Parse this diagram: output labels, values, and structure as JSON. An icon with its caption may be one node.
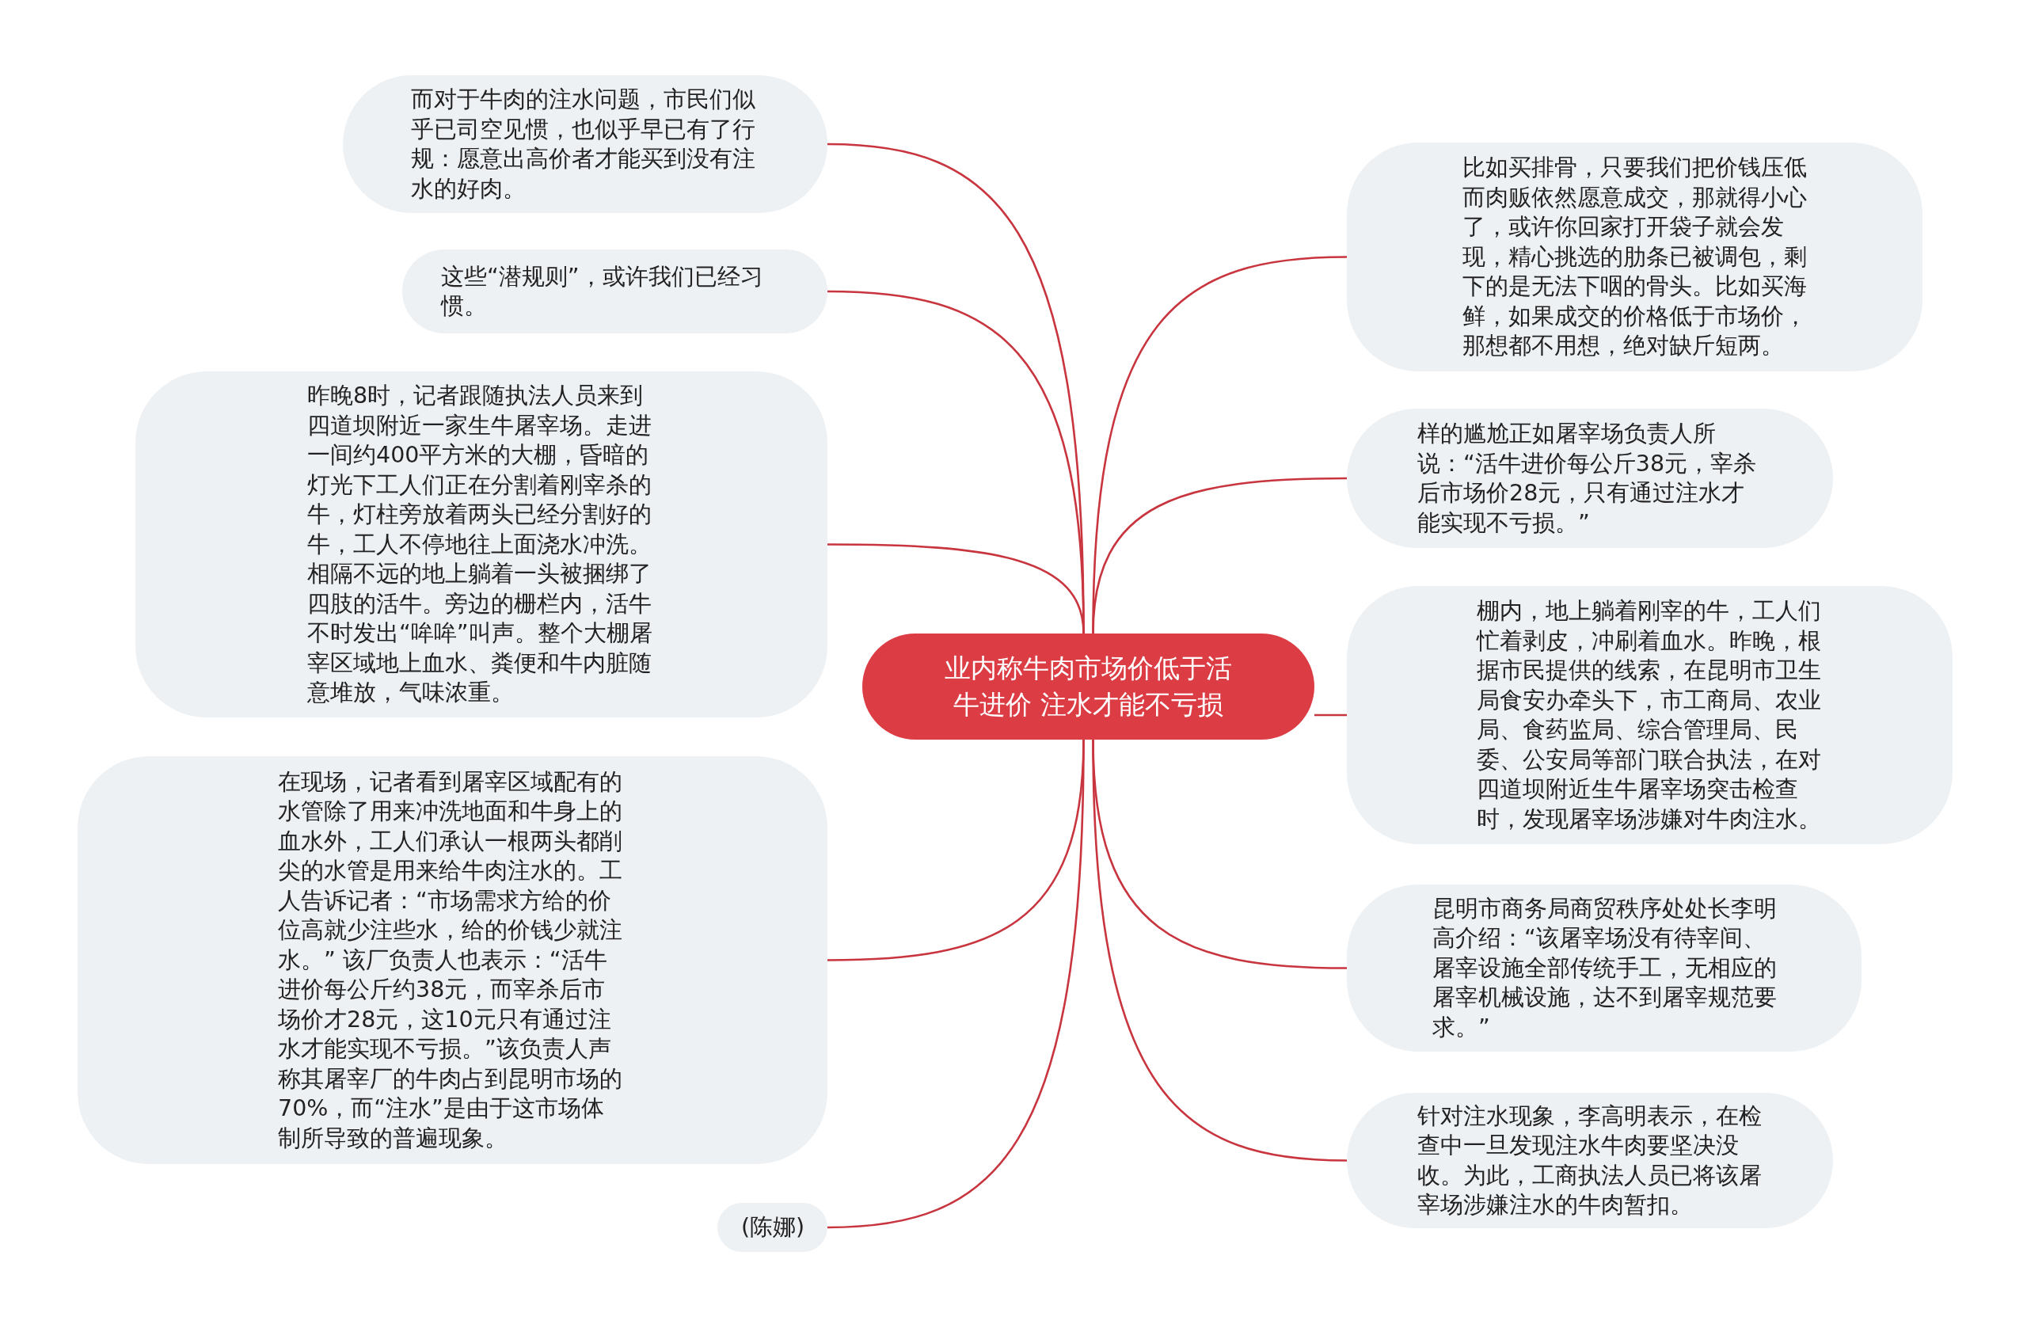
{
  "diagram": {
    "nodes": [
      {
        "text": [
          "业内称牛肉市场价低于活牛进价 注水才能不亏损"
        ]
      },
      {
        "text": [
          "而对于牛肉的注水问题，市民们似乎已司空见惯，也似乎早已有了行规：愿意出高价者才能买到没有注水的好肉。"
        ]
      },
      {
        "text": [
          "这些“潜规则”，或许我们已经习惯。"
        ]
      },
      {
        "text": [
          "昨晚8时，记者跟随执法人员来到四道坝附近一家生牛屠宰场。走进一间约400平方米的大棚，昏暗的灯光下工人们正在分割着刚宰杀的牛，灯柱旁放着两头已经分割好的牛，工人不停地往上面浇水冲洗。相隔不远的地上躺着一头被捆绑了四肢的活牛。旁边的栅栏内，活牛不时发出“哞哞”叫声。整个大棚屠宰区域地上血水、粪便和牛内脏随意堆放，气味浓重。"
        ]
      },
      {
        "text": [
          "在现场，记者看到屠宰区域配有的水管除了用来冲洗地面和牛身上的血水外，工人们承认一根两头都削尖的水管是用来给牛肉注水的。工人告诉记者：“市场需求方给的价位高就少注些水，给的价钱少就注水。” 该厂负责人也表示：“活牛进价每公斤约38元，而宰杀后市场价才28元，这10元只有通过注水才能实现不亏损。”该负责人声称其屠宰厂的牛肉占到昆明市场的70%，而“注水”是由于这市场体制所导致的普遍现象。"
        ]
      },
      {
        "text": [
          "(陈娜)"
        ]
      },
      {
        "text": [
          "比如买排骨，只要我们把价钱压低而肉贩依然愿意成交，那就得小心了，或许你回家打开袋子就会发现，精心挑选的肋条已被调包，剩下的是无法下咽的骨头。比如买海鲜，如果成交的价格低于市场价，那想都不用想，绝对缺斤短两。"
        ]
      },
      {
        "text": [
          "样的尴尬正如屠宰场负责人所说：“活牛进价每公斤38元，宰杀后市场价28元，只有通过注水才能实现不亏损。”"
        ]
      },
      {
        "text": [
          "棚内，地上躺着刚宰的牛，工人们忙着剥皮，冲刷着血水。昨晚，根据市民提供的线索，在昆明市卫生局食安办牵头下，市工商局、农业局、食药监局、综合管理局、民委、公安局等部门联合执法，在对四道坝附近生牛屠宰场突击检查时，发现屠宰场涉嫌对牛肉注水。"
        ]
      },
      {
        "text": [
          "昆明市商务局商贸秩序处处长李明高介绍：“该屠宰场没有待宰间、屠宰设施全部传统手工，无相应的屠宰机械设施，达不到屠宰规范要求。”"
        ]
      },
      {
        "text": [
          "针对注水现象，李高明表示，在检查中一旦发现注水牛肉要坚决没收。为此，工商执法人员已将该屠宰场涉嫌注水的牛肉暂扣。"
        ]
      }
    ],
    "edges": [
      {
        "from": 0,
        "to": 1,
        "arrow": "none"
      },
      {
        "from": 0,
        "to": 2,
        "arrow": "none"
      },
      {
        "from": 0,
        "to": 3,
        "arrow": "none"
      },
      {
        "from": 0,
        "to": 4,
        "arrow": "none"
      },
      {
        "from": 0,
        "to": 5,
        "arrow": "none"
      },
      {
        "from": 0,
        "to": 6,
        "arrow": "none"
      },
      {
        "from": 0,
        "to": 7,
        "arrow": "none"
      },
      {
        "from": 0,
        "to": 8,
        "arrow": "none"
      },
      {
        "from": 0,
        "to": 9,
        "arrow": "none"
      },
      {
        "from": 0,
        "to": 10,
        "arrow": "none"
      }
    ]
  }
}
